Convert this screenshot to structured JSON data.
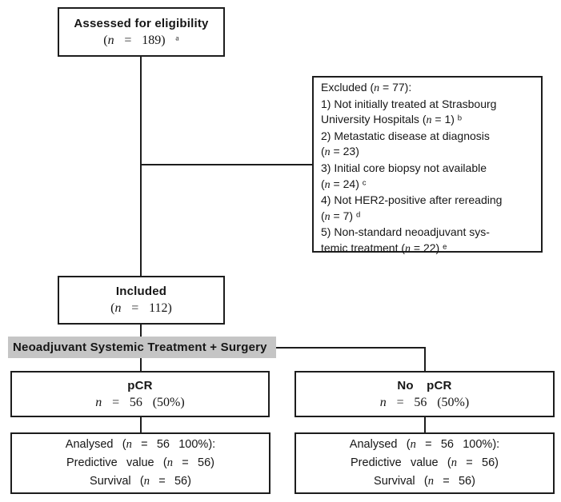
{
  "colors": {
    "box_border": "#1d1d1d",
    "connector_line": "#1d1d1d",
    "highlight_bar_bg": "#c5c5c5",
    "text": "#161616",
    "page_bg": "#ffffff"
  },
  "boxes": {
    "assessed": {
      "title": "Assessed for eligibility",
      "count": "(n = 189) ᵃ"
    },
    "excluded": {
      "lines": [
        "Excluded (n = 77):",
        "1) Not initially treated at Strasbourg",
        "University Hospitals (n = 1) ᵇ",
        "2) Metastatic disease at diagnosis",
        "(n = 23)",
        "3) Initial core biopsy not available",
        "(n = 24) ᶜ",
        "4) Not HER2-positive after rereading",
        "(n = 7) ᵈ",
        "5) Non-standard neoadjuvant sys-",
        "temic treatment (n = 22) ᵉ"
      ]
    },
    "included": {
      "title": "Included",
      "count": "(n = 112)"
    },
    "treatment_bar": {
      "label": "Neoadjuvant Systemic Treatment + Surgery"
    },
    "pcr": {
      "title": "pCR",
      "count": "n = 56 (50%)"
    },
    "no_pcr": {
      "title": "No pCR",
      "count": "n = 56 (50%)"
    },
    "analysed_left": {
      "lines": [
        "Analysed (n = 56 100%):",
        "Predictive value (n = 56)",
        "Survival (n = 56)"
      ]
    },
    "analysed_right": {
      "lines": [
        "Analysed (n = 56 100%):",
        "Predictive value (n = 56)",
        "Survival (n = 56)"
      ]
    }
  }
}
